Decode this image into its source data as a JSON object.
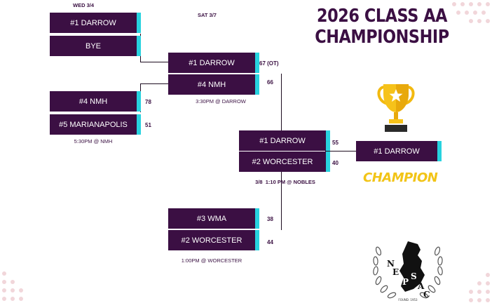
{
  "title": {
    "line1": "2026 CLASS AA",
    "line2": "CHAMPIONSHIP"
  },
  "round_labels": {
    "day1": "WED 3/4",
    "day2": "SAT 3/7"
  },
  "quarterfinal_1": {
    "team_a": "#1 DARROW",
    "team_b": "BYE"
  },
  "quarterfinal_2": {
    "team_a": "#4 NMH",
    "score_a": "78",
    "team_b": "#5 MARIANAPOLIS",
    "score_b": "51",
    "note": "5:30PM @ NMH"
  },
  "semifinal_1": {
    "team_a": "#1 DARROW",
    "score_a": "67 (OT)",
    "team_b": "#4 NMH",
    "score_b": "66",
    "note": "3:30PM @ DARROW"
  },
  "semifinal_2": {
    "team_a": "#3 WMA",
    "score_a": "38",
    "team_b": "#2 WORCESTER",
    "score_b": "44",
    "note": "1:00PM @ WORCESTER"
  },
  "final": {
    "team_a": "#1 DARROW",
    "score_a": "55",
    "team_b": "#2 WORCESTER",
    "score_b": "40",
    "note": "3/8  1:10 PM @ NOBLES"
  },
  "champion": {
    "team": "#1 DARROW",
    "label": "CHAMPION"
  },
  "logo": {
    "letters": [
      "N",
      "E",
      "P",
      "S",
      "A",
      "C"
    ],
    "footer": "FOUND. 1953"
  },
  "colors": {
    "primary": "#3b0f43",
    "accent": "#27d2df",
    "gold": "#f2c417"
  },
  "icons": [
    "trophy-icon",
    "nepsac-logo"
  ]
}
